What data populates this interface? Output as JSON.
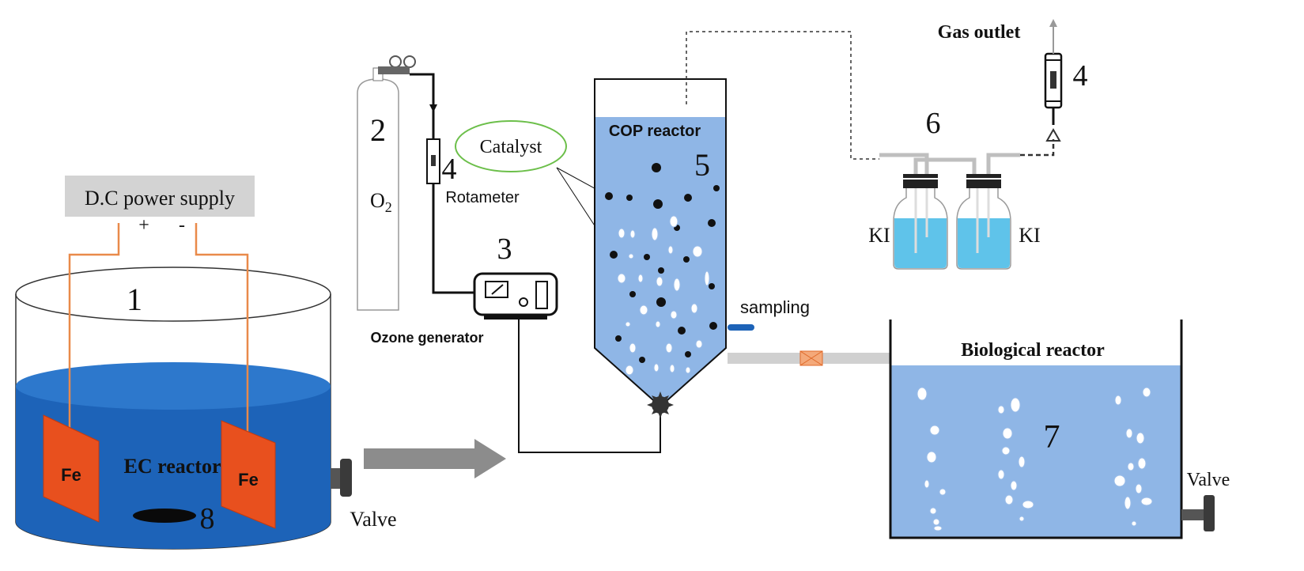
{
  "labels": {
    "power_supply": "D.C power supply",
    "plus": "+",
    "minus": "-",
    "num_1": "1",
    "ec_reactor": "EC reactor",
    "fe_left": "Fe",
    "fe_right": "Fe",
    "num_8": "8",
    "valve_left": "Valve",
    "num_2": "2",
    "o2": "O",
    "o2_sub": "2",
    "num_4_rotameter": "4",
    "rotameter": "Rotameter",
    "catalyst": "Catalyst",
    "num_3": "3",
    "ozone_generator": "Ozone generator",
    "cop_reactor": "COP reactor",
    "num_5": "5",
    "sampling": "sampling",
    "gas_outlet": "Gas outlet",
    "num_4_outlet": "4",
    "num_6": "6",
    "ki_left": "KI",
    "ki_right": "KI",
    "biological_reactor": "Biological reactor",
    "num_7": "7",
    "valve_right": "Valve"
  },
  "colors": {
    "water_dark": "#1d63b8",
    "water_light": "#8fb6e6",
    "electrode": "#e8501e",
    "ki_solution": "#5fc3ea",
    "catalyst_ring": "#6cbf4a",
    "power_box": "#d3d3d3",
    "wire": "#e98a4a",
    "arrow_gray": "#8c8c8c"
  }
}
